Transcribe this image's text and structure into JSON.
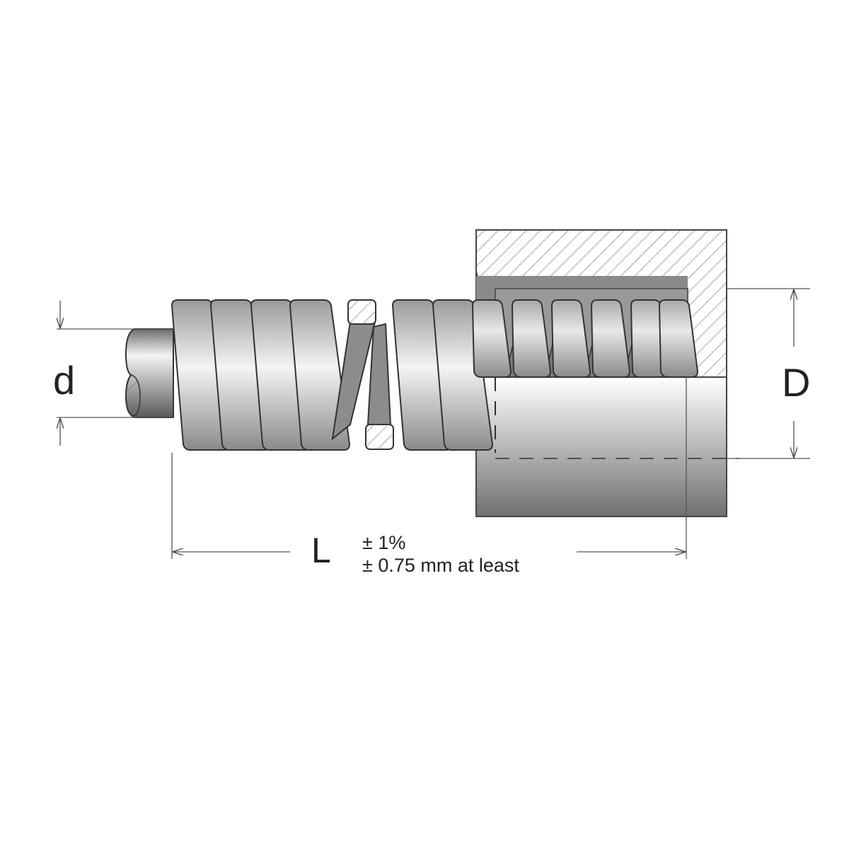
{
  "labels": {
    "wire_diameter": "d",
    "outer_diameter": "D",
    "length": "L",
    "tolerance_percent": "± 1%",
    "tolerance_min": "± 0.75 mm at least"
  },
  "colors": {
    "outline": "#333333",
    "dim_line": "#555555",
    "steel_light": "#f2f2f2",
    "steel_dark": "#6a6a6a"
  }
}
